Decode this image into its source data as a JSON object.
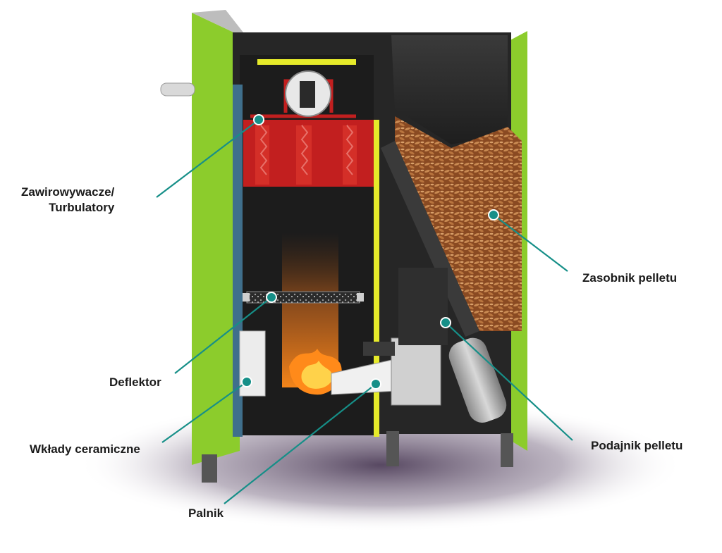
{
  "colors": {
    "accent_green": "#8ccc2c",
    "callout_teal": "#168f88",
    "hopper_pellet": "#9b5a2e",
    "exchanger_red": "#c21f1f",
    "trim_yellow": "#e6ea2a",
    "body_dark": "#262626"
  },
  "labels": {
    "turbulators_line1": "Zawirowywacze/",
    "turbulators_line2": "Turbulatory",
    "pellet_hopper": "Zasobnik pelletu",
    "deflector": "Deflektor",
    "ceramic_inserts": "Wkłady ceramiczne",
    "pellet_feeder": "Podajnik pelletu",
    "burner": "Palnik"
  }
}
